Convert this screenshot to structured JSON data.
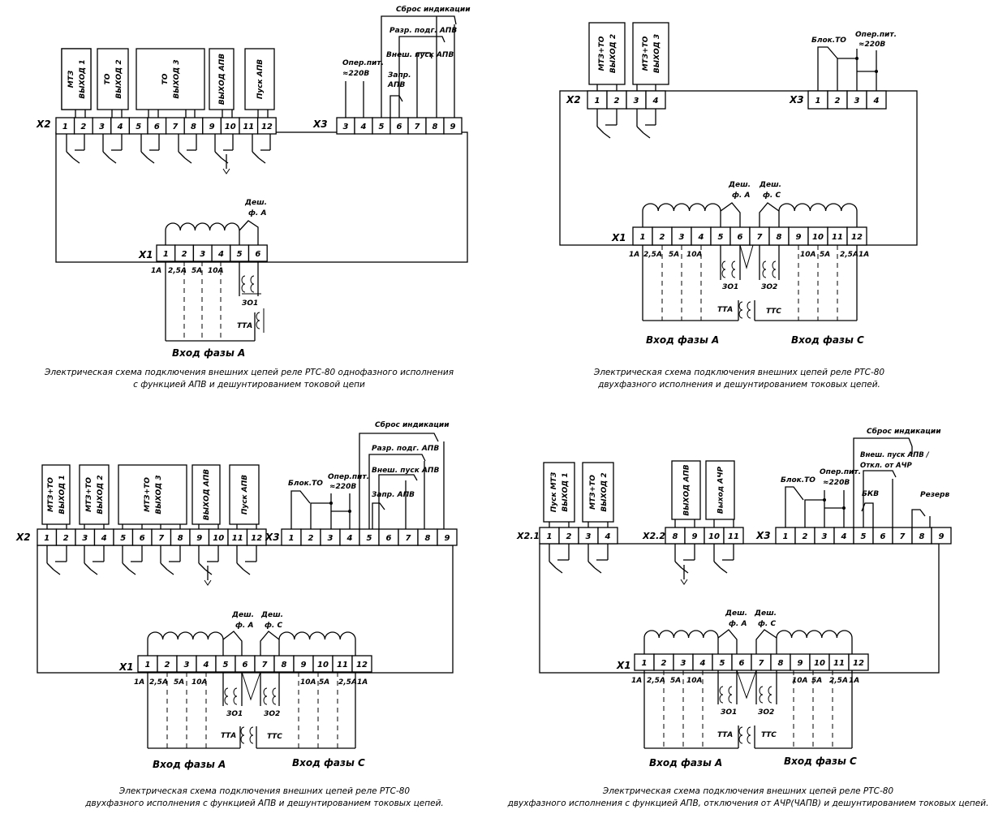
{
  "captions": {
    "d1": [
      "Электрическая схема подключения внешних цепей реле РТС-80  однофазного исполнения",
      "с функцией АПВ и дешунтированием токовой цепи"
    ],
    "d2": [
      "Электрическая схема подключения внешних цепей реле РТС-80",
      "двухфазного исполнения и дешунтированием токовых цепей."
    ],
    "d3": [
      "Электрическая схема подключения внешних цепей реле РТС-80",
      "двухфазного исполнения с функцией АПВ и дешунтированием токовых цепей."
    ],
    "d4": [
      "Электрическая схема подключения внешних цепей реле РТС-80",
      "двухфазного исполнения с функцией АПВ, отключения от АЧР(ЧАПВ) и дешунтированием токовых цепей."
    ]
  },
  "labels": {
    "x1": "X1",
    "x2": "X2",
    "x3": "X3",
    "x21": "X2.1",
    "x22": "X2.2",
    "vhodA": "Вход фазы А",
    "vhodC": "Вход фазы С",
    "deshA": [
      "Деш.",
      "ф. А"
    ],
    "deshC": [
      "Деш.",
      "ф. С"
    ],
    "zo1": "ЗО1",
    "zo2": "ЗО2",
    "tta": "ТТА",
    "ttc": "ТТС",
    "currents_l": [
      "1А",
      "2,5А",
      "5А",
      "10А"
    ],
    "currents_r": [
      "10А",
      "5А",
      "2,5А",
      "1А"
    ],
    "oper": [
      "Опер.пит.",
      "≈220В"
    ],
    "blok": "Блок.ТО",
    "sbros": "Сброс индикации",
    "razr": "Разр. подг. АПВ",
    "vnesh": "Внеш. пуск АПВ",
    "zapr": [
      "Запр.",
      "АПВ"
    ],
    "zapr2": "Запр. АПВ",
    "vnesh4": [
      "Внеш. пуск АПВ /",
      "Откл. от АЧР"
    ],
    "bkv": "БКВ",
    "rezerv": "Резерв",
    "boxes1": [
      [
        "МТЗ",
        "ВЫХОД 1"
      ],
      [
        "ТО",
        "ВЫХОД 2"
      ],
      [
        "ТО",
        "ВЫХОД 3"
      ],
      [
        "ВЫХОД АПВ"
      ],
      [
        "Пуск АПВ"
      ]
    ],
    "boxes2": [
      [
        "МТЗ+ТО",
        "ВЫХОД 2"
      ],
      [
        "МТЗ+ТО",
        "ВЫХОД 3"
      ]
    ],
    "boxes3": [
      [
        "МТЗ+ТО",
        "ВЫХОД 1"
      ],
      [
        "МТЗ+ТО",
        "ВЫХОД 2"
      ],
      [
        "МТЗ+ТО",
        "ВЫХОД 3"
      ],
      [
        "ВЫХОД АПВ"
      ],
      [
        "Пуск АПВ"
      ]
    ],
    "boxes4": [
      [
        "Пуск МТЗ",
        "ВЫХОД 1"
      ],
      [
        "МТЗ+ТО",
        "ВЫХОД 2"
      ],
      [
        "ВЫХОД АПВ"
      ],
      [
        "Выход АЧР"
      ]
    ]
  }
}
